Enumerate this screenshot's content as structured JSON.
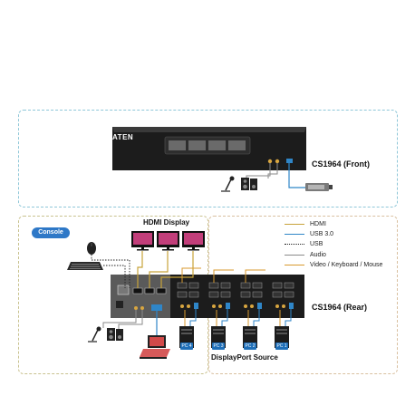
{
  "front_panel": {
    "brand": "ATEN",
    "label": "CS1964 (Front)"
  },
  "rear_panel": {
    "label": "CS1964 (Rear)"
  },
  "console": {
    "tag": "Console",
    "display_label": "HDMI Display"
  },
  "source": {
    "label": "DisplayPort Source",
    "pc_tags": [
      "PC 4",
      "PC 3",
      "PC 2",
      "PC 1"
    ]
  },
  "legend": {
    "items": [
      {
        "label": "HDMI",
        "color": "#c7a33a",
        "style": "solid"
      },
      {
        "label": "USB 3.0",
        "color": "#2f86c8",
        "style": "solid"
      },
      {
        "label": "USB",
        "color": "#222222",
        "style": "dotted"
      },
      {
        "label": "Audio",
        "color": "#8a8a8a",
        "style": "solid"
      },
      {
        "label": "Video / Keyboard / Mouse",
        "color": "#d89a2e",
        "style": "solid"
      }
    ]
  },
  "colors": {
    "front_box_border": "#8fc7d8",
    "console_box_border": "#c9c28f",
    "rear_box_border": "#d9c0a0",
    "device_body": "#1c1c1c",
    "accent_blue": "#1f6fb8"
  },
  "icons": [
    "kvm-front-unit-icon",
    "microphone-icon",
    "speakers-icon",
    "usb-flash-drive-icon",
    "mouse-icon",
    "keyboard-icon",
    "monitor-icon",
    "laptop-icon",
    "pc-tower-icon",
    "kvm-rear-unit-icon"
  ]
}
